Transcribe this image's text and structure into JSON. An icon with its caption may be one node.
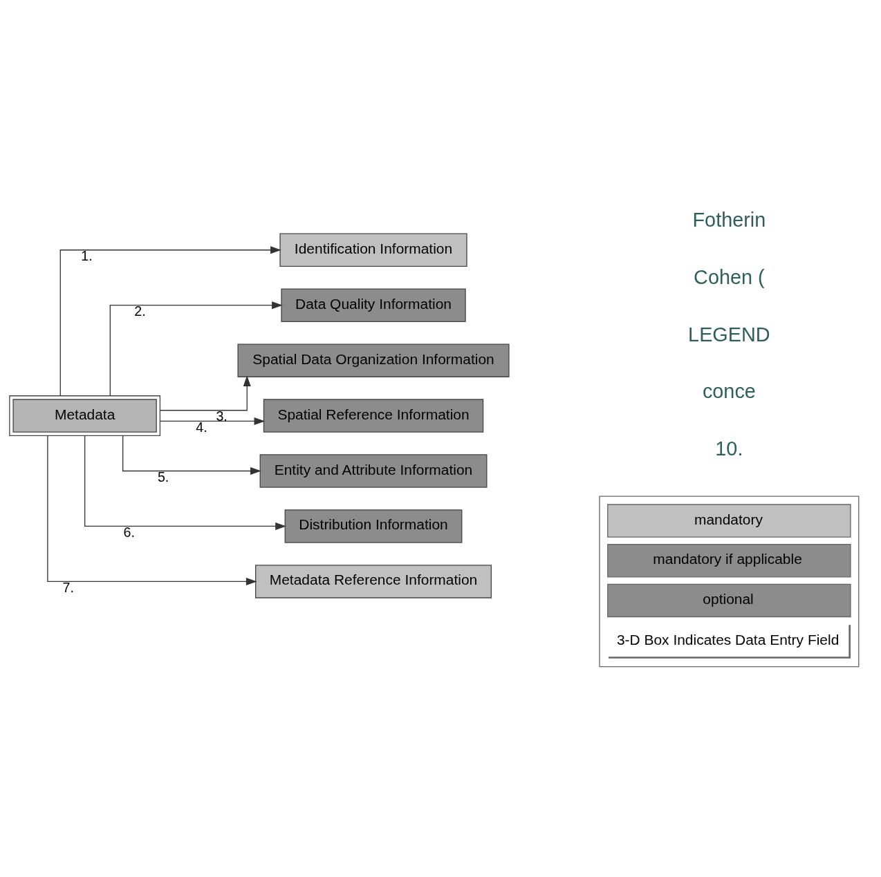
{
  "diagram": {
    "nodes": [
      {
        "text": [
          "Metadata"
        ]
      },
      {
        "text": [
          "Identification Information"
        ]
      },
      {
        "text": [
          "Data Quality Information"
        ]
      },
      {
        "text": [
          "Spatial Data Organization Information"
        ]
      },
      {
        "text": [
          "Spatial Reference Information"
        ]
      },
      {
        "text": [
          "Entity and Attribute Information"
        ]
      },
      {
        "text": [
          "Distribution Information"
        ]
      },
      {
        "text": [
          "Metadata Reference Information"
        ]
      }
    ],
    "edges": [
      {
        "from": 0,
        "to": 1,
        "arrow": "to",
        "label": "1."
      },
      {
        "from": 0,
        "to": 2,
        "arrow": "to",
        "label": "2."
      },
      {
        "from": 0,
        "to": 3,
        "arrow": "to",
        "label": "3."
      },
      {
        "from": 0,
        "to": 4,
        "arrow": "to",
        "label": "4."
      },
      {
        "from": 0,
        "to": 5,
        "arrow": "to",
        "label": "5."
      },
      {
        "from": 0,
        "to": 6,
        "arrow": "to",
        "label": "6."
      },
      {
        "from": 0,
        "to": 7,
        "arrow": "to",
        "label": "7."
      }
    ],
    "labels": [
      "10.",
      "conce",
      "LEGEND",
      "Cohen (",
      "Fotherin"
    ],
    "legend": [
      {
        "text": "mandatory",
        "color": "#c0c0c0"
      },
      {
        "text": "mandatory if applicable",
        "color": "#8c8c8c"
      },
      {
        "text": "optional",
        "color": "#8c8c8c"
      },
      {
        "text": "3-D Box Indicates Data Entry Field"
      }
    ]
  }
}
